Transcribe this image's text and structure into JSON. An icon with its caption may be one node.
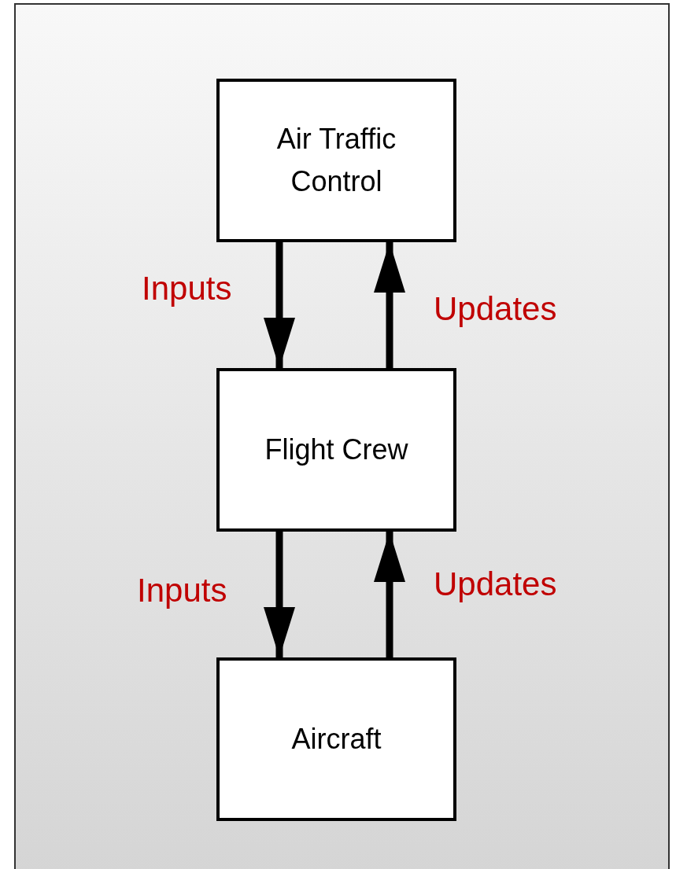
{
  "diagram": {
    "nodes": [
      {
        "text": [
          "Air Traffic Control"
        ]
      },
      {
        "text": [
          "Flight Crew"
        ]
      },
      {
        "text": [
          "Aircraft"
        ]
      }
    ],
    "edges": [
      {
        "from": 0,
        "to": 1,
        "arrow": "to",
        "label": "Inputs"
      },
      {
        "from": 1,
        "to": 0,
        "arrow": "to",
        "label": "Updates"
      },
      {
        "from": 1,
        "to": 2,
        "arrow": "to",
        "label": "Inputs"
      },
      {
        "from": 2,
        "to": 1,
        "arrow": "to",
        "label": "Updates"
      }
    ]
  }
}
